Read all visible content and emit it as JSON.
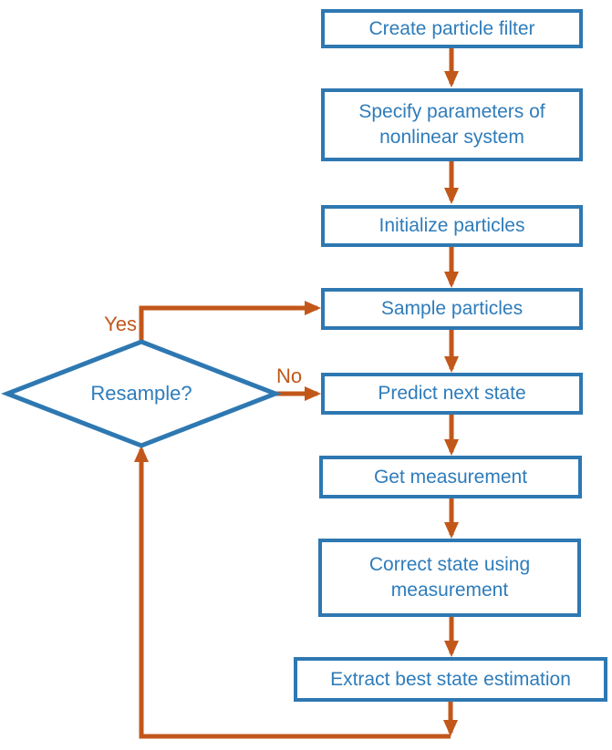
{
  "colors": {
    "node_border_color": "#2E78B2",
    "node_text_color": "#2E7CBB",
    "arrow_color": "#C2571A",
    "background_color": "#FFFFFF"
  },
  "nodes": [
    {
      "id": "create",
      "type": "process",
      "label": "Create particle filter"
    },
    {
      "id": "specify",
      "type": "process",
      "label": "Specify parameters of\nnonlinear system"
    },
    {
      "id": "initialize",
      "type": "process",
      "label": "Initialize particles"
    },
    {
      "id": "sample",
      "type": "process",
      "label": "Sample particles"
    },
    {
      "id": "predict",
      "type": "process",
      "label": "Predict next state"
    },
    {
      "id": "measure",
      "type": "process",
      "label": "Get measurement"
    },
    {
      "id": "correct",
      "type": "process",
      "label": "Correct state using\nmeasurement"
    },
    {
      "id": "extract",
      "type": "process",
      "label": "Extract best state estimation"
    },
    {
      "id": "resample",
      "type": "decision",
      "label": "Resample?"
    }
  ],
  "edges": {
    "yes_label": "Yes",
    "no_label": "No",
    "connections": [
      {
        "from": "create",
        "to": "specify"
      },
      {
        "from": "specify",
        "to": "initialize"
      },
      {
        "from": "initialize",
        "to": "sample"
      },
      {
        "from": "sample",
        "to": "predict"
      },
      {
        "from": "predict",
        "to": "measure"
      },
      {
        "from": "measure",
        "to": "correct"
      },
      {
        "from": "correct",
        "to": "extract"
      },
      {
        "from": "extract",
        "to": "resample"
      },
      {
        "from": "resample",
        "to": "sample",
        "label": "Yes"
      },
      {
        "from": "resample",
        "to": "predict",
        "label": "No"
      }
    ]
  }
}
